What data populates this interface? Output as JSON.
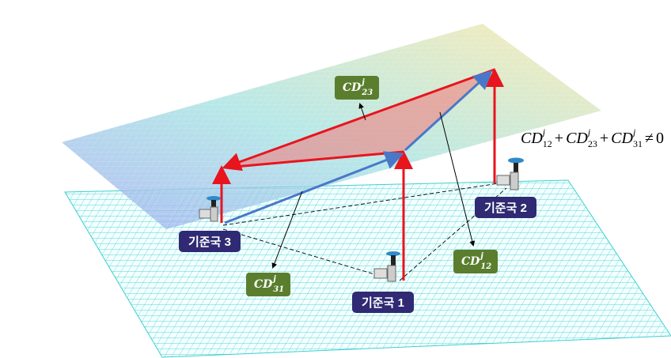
{
  "stations": [
    {
      "label": "기준국 1"
    },
    {
      "label": "기준국 2"
    },
    {
      "label": "기준국 3"
    }
  ],
  "cd_labels": [
    {
      "base": "CD",
      "sup": "j",
      "sub": "12"
    },
    {
      "base": "CD",
      "sup": "j",
      "sub": "23"
    },
    {
      "base": "CD",
      "sup": "j",
      "sub": "31"
    }
  ],
  "formula": {
    "term1_sub": "12",
    "term2_sub": "23",
    "term3_sub": "31",
    "sup": "j",
    "base": "CD",
    "plus": "+",
    "neq": "≠",
    "rhs": "0"
  },
  "colors": {
    "grid": "#3fcfcf",
    "red": "#e8141e",
    "blue": "#4a78c8",
    "label_bg": "#2f2a73",
    "cd_bg": "#5a7e2e"
  }
}
